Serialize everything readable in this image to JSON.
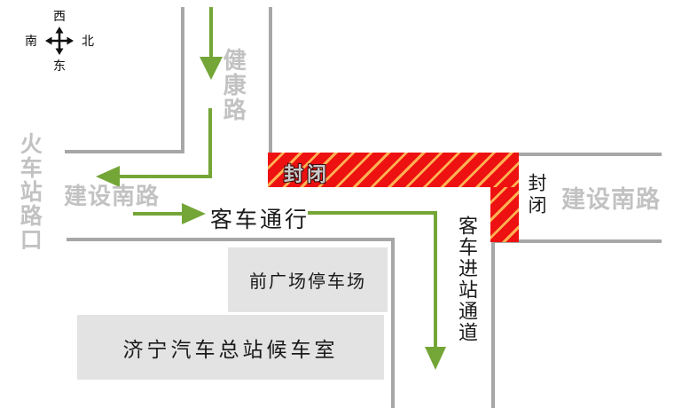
{
  "compass": {
    "top": "西",
    "left": "南",
    "right": "北",
    "bottom": "东"
  },
  "roads": {
    "jiankang_road": "健康路",
    "jianshe_south_road_west": "建设南路",
    "jianshe_south_road_east": "建设南路",
    "train_station_crossing": "火车站路口"
  },
  "closure": {
    "banner_label": "封闭",
    "east_label": "封闭"
  },
  "routes": {
    "bus_through_label": "客车通行",
    "bus_entry_label": "客车进站通道"
  },
  "buildings": {
    "parking_label": "前广场停车场",
    "terminal_label": "济宁汽车总站候车室"
  },
  "colors": {
    "road_line": "#a7a7a7",
    "road_text": "#c2c2c2",
    "route_green": "#74a637",
    "closure_red": "#ee1111",
    "closure_stripe": "#ffb152",
    "building_fill": "#e3e3e3"
  }
}
